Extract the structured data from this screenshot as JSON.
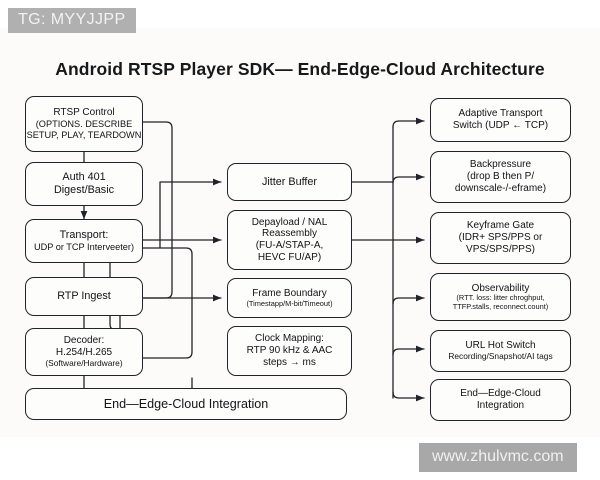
{
  "banner": {
    "text": "TG: MYYJJPP"
  },
  "watermark": {
    "text": "www.zhulvmc.com"
  },
  "title": {
    "text": "Android RTSP Player SDK— End-Edge-Cloud Architecture"
  },
  "colors": {
    "canvas": "#fcfbfa",
    "page": "#ffffff",
    "node_fill": "#fdfdfc",
    "node_stroke": "#20242a",
    "text": "#111316",
    "banner_bg": "#b0b0b0",
    "banner_text": "#f2f2f2",
    "watermark_bg": "#a8a8a8",
    "watermark_text": "#f0f0f0"
  },
  "left_column": [
    {
      "name": "rtsp-control",
      "lines": [
        "RTSP Control",
        "(OPTIONS. DESCRIBE",
        "SETUP, PLAY, TEARDOWN"
      ]
    },
    {
      "name": "auth-401",
      "lines": [
        "Auth 401",
        "Digest/Basic"
      ]
    },
    {
      "name": "transport",
      "lines": [
        "Transport:",
        "UDP or TCP Interveeter)"
      ]
    },
    {
      "name": "rtp-ingest",
      "lines": [
        "RTP Ingest"
      ]
    },
    {
      "name": "decoder",
      "lines": [
        "Decoder:",
        "H.254/H.265",
        "(Software/Hardware)"
      ]
    }
  ],
  "integration_bar": {
    "text": "End—Edge-Cloud Integration"
  },
  "middle_column": [
    {
      "name": "jitter-buffer",
      "lines": [
        "Jitter Buffer"
      ]
    },
    {
      "name": "depayload-nal-reassembly",
      "lines": [
        "Depayload / NAL",
        "Reassembly",
        "(FU-A/STAP-A,",
        "HEVC FU/AP)"
      ]
    },
    {
      "name": "frame-boundary",
      "lines": [
        "Frame Boundary",
        "(Timestapp/M-bit/Timeout)"
      ]
    },
    {
      "name": "clock-mapping",
      "lines": [
        "Clock Mapping:",
        "RTP 90 kHz & AAC",
        "steps → ms"
      ]
    }
  ],
  "right_column": [
    {
      "name": "adaptive-transport-switch",
      "lines": [
        "Adaptive Transport",
        "Switch (UDP ← TCP)"
      ]
    },
    {
      "name": "backpressure",
      "lines": [
        "Backpressure",
        "(drop B then P/",
        "downscale-/-eframe)"
      ]
    },
    {
      "name": "keyframe-gate",
      "lines": [
        "Keyframe Gate",
        "(IDR+ SPS/PPS or",
        "VPS/SPS/PPS)"
      ]
    },
    {
      "name": "observability",
      "lines": [
        "Observability",
        "(RTT. loss: litter chroghput,",
        "TTFP.stalls, reconnect.count)"
      ]
    },
    {
      "name": "url-hot-switch",
      "lines": [
        "URL Hot Switch",
        "Recording/Snapshot/AI tags"
      ]
    },
    {
      "name": "end-edge-cloud-integration-right",
      "lines": [
        "End—Edge-Cloud",
        "Integration"
      ]
    }
  ]
}
